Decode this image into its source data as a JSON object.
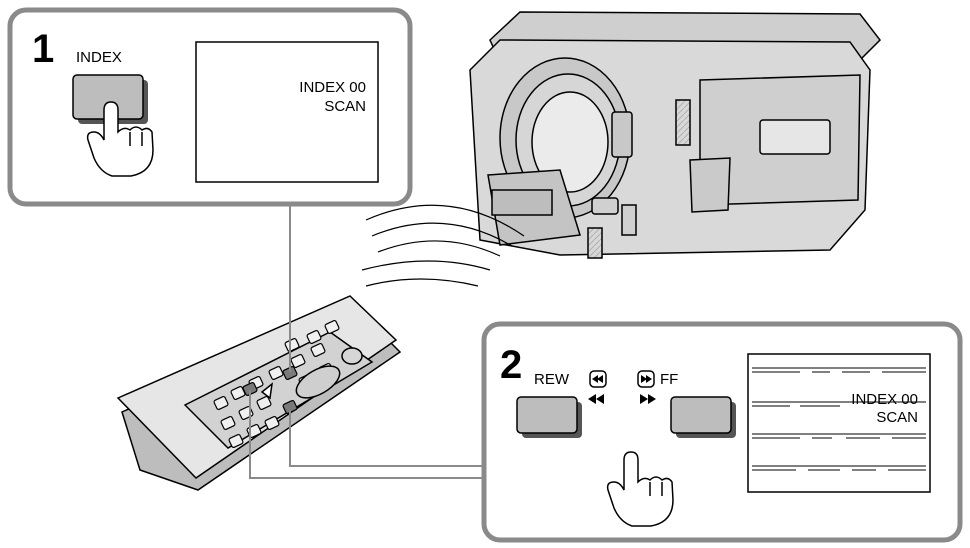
{
  "step1": {
    "number": "1",
    "button_label": "INDEX",
    "screen_line1": "INDEX 00",
    "screen_line2": "SCAN"
  },
  "step2": {
    "number": "2",
    "rew_label": "REW",
    "ff_label": "FF",
    "screen_line1": "INDEX 00",
    "screen_line2": "SCAN"
  },
  "colors": {
    "panel_border": "#8a8a8a",
    "button_fill": "#bdbdbd",
    "connector": "#8a8a8a"
  }
}
